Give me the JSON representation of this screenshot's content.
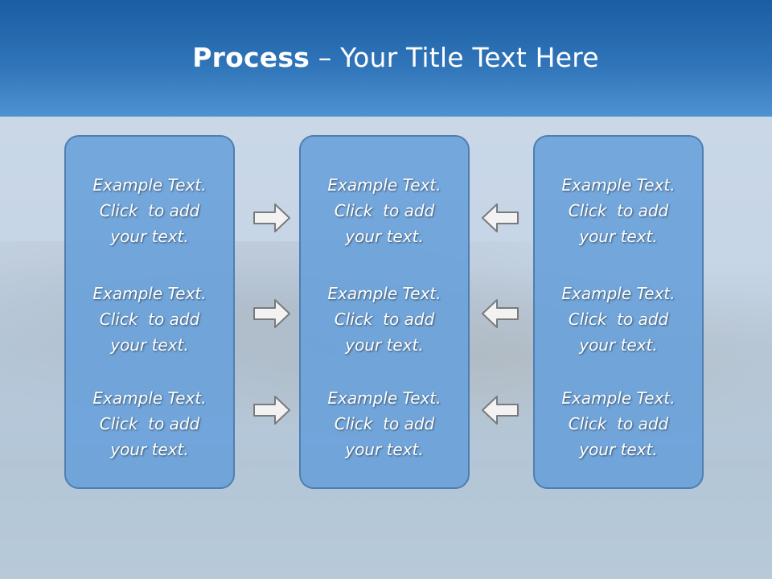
{
  "slide": {
    "title_bold": "Process",
    "title_rest": " – Your Title Text Here"
  },
  "panels": [
    {
      "blocks": [
        {
          "line1": "Example Text.",
          "line2": "Click  to add",
          "line3": "your text."
        },
        {
          "line1": "Example Text.",
          "line2": "Click  to add",
          "line3": "your text."
        },
        {
          "line1": "Example Text.",
          "line2": "Click  to add",
          "line3": "your text."
        }
      ]
    },
    {
      "blocks": [
        {
          "line1": "Example Text.",
          "line2": "Click  to add",
          "line3": "your text."
        },
        {
          "line1": "Example Text.",
          "line2": "Click  to add",
          "line3": "your text."
        },
        {
          "line1": "Example Text.",
          "line2": "Click  to add",
          "line3": "your text."
        }
      ]
    },
    {
      "blocks": [
        {
          "line1": "Example Text.",
          "line2": "Click  to add",
          "line3": "your text."
        },
        {
          "line1": "Example Text.",
          "line2": "Click  to add",
          "line3": "your text."
        },
        {
          "line1": "Example Text.",
          "line2": "Click  to add",
          "line3": "your text."
        }
      ]
    }
  ],
  "arrows": {
    "left_column": [
      "arrow-right-icon",
      "arrow-right-icon",
      "arrow-right-icon"
    ],
    "right_column": [
      "arrow-left-icon",
      "arrow-left-icon",
      "arrow-left-icon"
    ]
  },
  "colors": {
    "header": "#2f74b8",
    "panel_fill": "#68a0db",
    "panel_border": "#4f7eb0",
    "arrow_fill": "#f2f2f2",
    "arrow_stroke": "#7a7a7a"
  }
}
